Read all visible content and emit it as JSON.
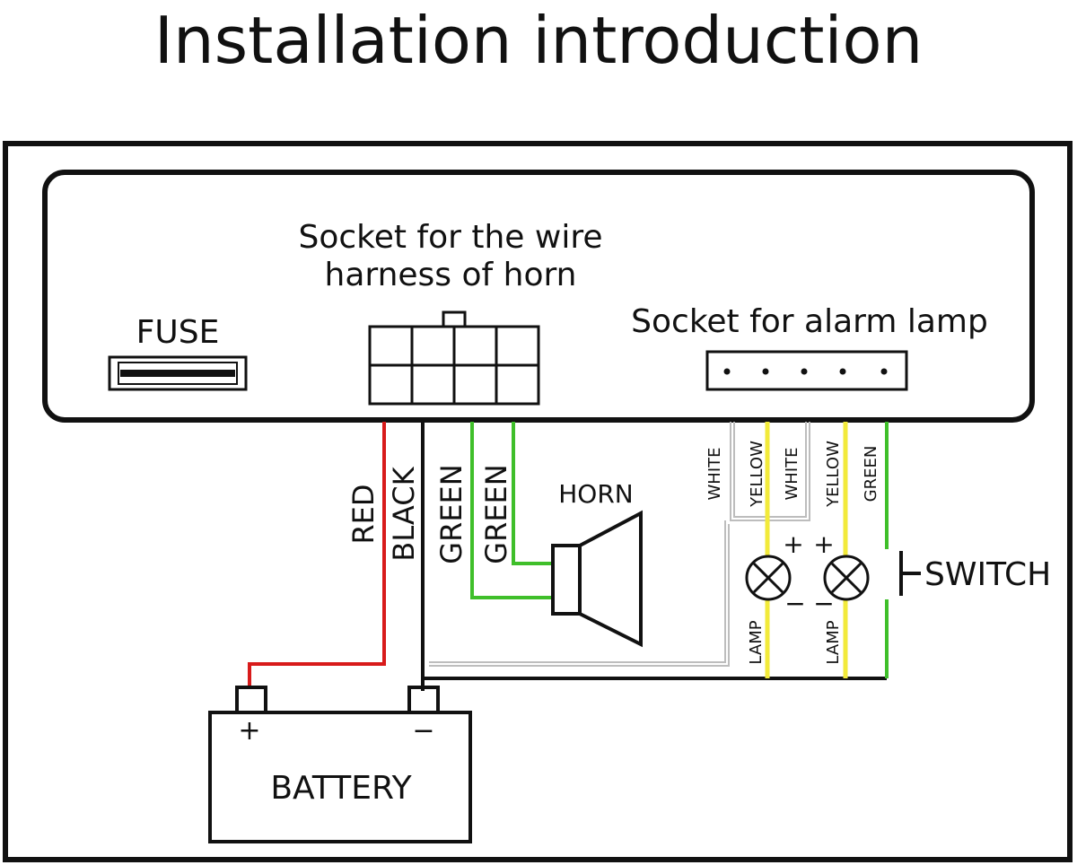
{
  "title": "Installation introduction",
  "labels": {
    "socket_horn_line1": "Socket for the wire",
    "socket_horn_line2": "harness of horn",
    "fuse": "FUSE",
    "socket_alarm": "Socket for alarm lamp",
    "horn": "HORN",
    "switch": "SWITCH",
    "battery": "BATTERY",
    "lamp": "LAMP",
    "plus": "+",
    "minus": "−"
  },
  "wires": {
    "red": "RED",
    "black": "BLACK",
    "green": "GREEN",
    "white": "WHITE",
    "yellow": "YELLOW"
  },
  "colors": {
    "red": "#d81b1b",
    "black": "#111111",
    "green": "#3fbf2a",
    "yellow": "#f2ea3a",
    "white_wire": "#bdbdbd"
  }
}
